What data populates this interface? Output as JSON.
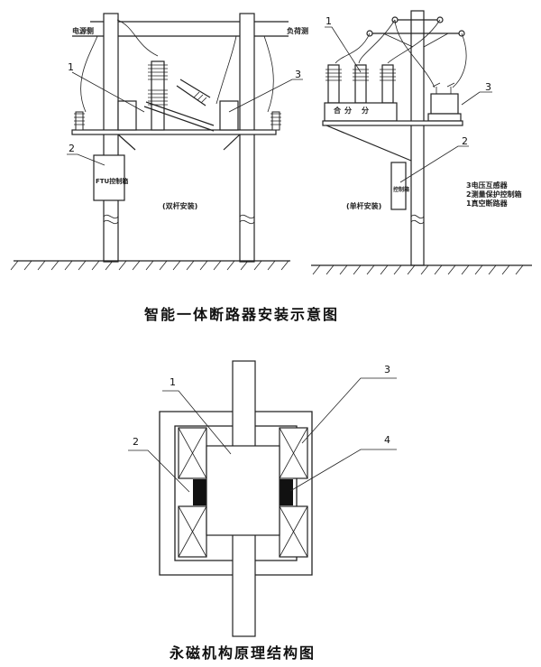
{
  "install_diagram": {
    "title": "智能一体断路器安装示意图",
    "double_pole": {
      "source_side": "电源侧",
      "load_side": "负荷测",
      "ftu_box": "FTU控制箱",
      "caption": "(双杆安装)",
      "callouts": [
        "1",
        "2",
        "3"
      ]
    },
    "single_pole": {
      "caption": "(单杆安装)",
      "control_box": "控制箱",
      "switch_labels": [
        "合",
        "分",
        "分"
      ],
      "callouts": [
        "1",
        "2",
        "3"
      ],
      "legend": [
        "3电压互感器",
        "2测量保护控制箱",
        "1真空断路器"
      ]
    }
  },
  "magnet_diagram": {
    "title": "永磁机构原理结构图",
    "callouts": [
      "1",
      "2",
      "3",
      "4"
    ]
  }
}
